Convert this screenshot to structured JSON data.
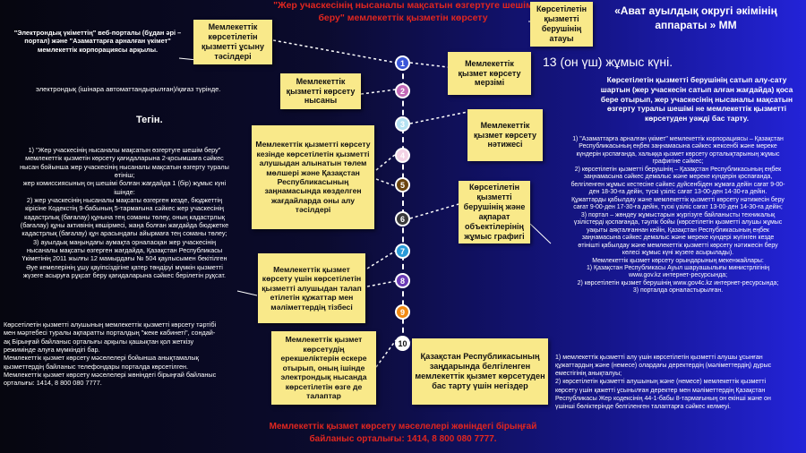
{
  "header": {
    "title": "\"Жер учаскесінің нысаналы мақсатын өзгертуге шешім беру\" мемлекеттік қызметін көрсету",
    "provider_name": "«Ават ауылдық округі әкімінің аппараты » ММ"
  },
  "notes": {
    "n1": "Мемлекеттік көрсетілетін қызметті ұсыну тәсілдері",
    "n2": "Мемлекеттік қызметті көрсету нысаны",
    "n3": "Мемлекеттік қызметті көрсету кезінде көрсетілетін қызметті алушыдан алынатын төлем мөлшері және Қазақстан Республикасының заңнамасында көзделген жағдайларда оны алу тәсілдері",
    "n4": "Мемлекеттік қызмет көрсету үшін көрсетілетін қызметті алушыдан талап етілетін құжаттар мен мәліметтердің тізбесі",
    "n5": "Мемлекеттік қызмет көрсетудің ерекшеліктерін ескере отырып, оның ішінде электрондық нысанда көрсетілетін өзге де талаптар",
    "n6": "Көрсетілетін қызметті берушінің атауы",
    "n7": "Мемлекеттік қызмет көрсету мерзімі",
    "n8": "Мемлекеттік қызмет көрсету нәтижесі",
    "n9": "Көрсетілетін қызметті берушінің және ақпарат объектілерінің жұмыс графигі",
    "n10": "Қазақстан Республикасының заңдарында белгіленген мемлекеттік қызмет көрсетуден бас тарту үшін негіздер"
  },
  "steps": [
    "1",
    "2",
    "3",
    "4",
    "5",
    "6",
    "7",
    "8",
    "9",
    "10"
  ],
  "step_colors": [
    "#3a56d8",
    "#c36ab8",
    "#b5e2f2",
    "#f3d3e5",
    "#6a4410",
    "#3a3a3a",
    "#2a9bd8",
    "#6a3ab5",
    "#f28a12",
    "#ffffff"
  ],
  "left": {
    "t1": "\"Электрондық үкіметтің\" веб-порталы (бұдан әрі – портал) және \"Азаматтарға арналған үкімет\" мемлекеттік корпорациясы арқылы.",
    "t2": "электрондық (ішінара автоматтандырылған)/қағаз түрінде.",
    "t3": "Тегін.",
    "t4_lines": [
      "1) \"Жер учаскесінің нысаналы мақсатын өзгертуге шешім беру\"",
      "мемлекеттік қызметін көрсету қағидаларына 2-қосымшаға сәйкес",
      "нысан бойынша жер учаскесінің нысаналы мақсатын өзгерту туралы",
      "өтініш;",
      "жер комиссиясының оң шешімі болған жағдайда 1 (бір) жұмыс күні",
      "ішінде:",
      "2) жер учаскесінің нысаналы мақсаты өзгерген кезде, бюджеттің",
      "кірісіне Кодекстің 9-бабының 5-тармағына сәйкес жер учаскесінің",
      "кадастрлық (бағалау) құнына тең соманы төлеу, оның кадастрлық",
      "(бағалау) құны активінің көшірмесі, жаңа болған жағдайда бюджетке",
      "кадастрлық (бағалау) құн арасындағы айырмаға тең соманы төлеу;",
      "3) ауылдық маңындағы аумақта орналасқан жер учаскесінің",
      "нысаналы мақсаты өзгерген жағдайда, Қазақстан Республикасы",
      "Үкіметінің 2011 жылғы 12 мамырдағы № 504 қаулысымен бекітілген",
      "Әуе кемелерінің ұшу қауіпсіздігіне қатер төндіруі мүмкін қызметті",
      "жүзеге асыруға рұқсат беру қағидаларына сәйкес берілетін рұқсат."
    ],
    "t5_lines": [
      "Көрсетілетін қызметті алушының мемлекеттік қызметті көрсету тәртібі",
      "мен мәртебесі туралы ақпаратты порталдың \"жеке кабинеті\", сондай-",
      "ақ Бірыңғай байланыс орталығы арқылы қашықтан қол жеткізу",
      "режимінде алуға мүмкіндігі бар.",
      "Мемлекеттік қызмет көрсету мәселелері бойынша анықтамалық",
      "қызметтердің байланыс телефондары порталда көрсетілген.",
      "Мемлекеттік қызмет көрсету мәселелері жөніндегі бірыңғай байланыс",
      "орталығы: 1414, 8 800 080 7777."
    ]
  },
  "right": {
    "term": "13 (он үш) жұмыс күні.",
    "result": "Көрсетілетін қызметті берушінің сатып алу-сату шартын (жер учаскесін сатып алған жағдайда) қоса бере отырып, жер учаскесінің нысаналы мақсатын өзгерту туралы шешімі не мемлекеттік қызметті көрсетуден уәжді бас тарту.",
    "schedule_lines": [
      "1) \"Азаматтарға арналған үкімет\" мемлекеттік корпорациясы – Қазақстан",
      "Республикасының еңбек заңнамасына сәйкес жексенбі және мереке",
      "күндерін қоспағанда, халыққа қызмет көрсету орталықтарының жұмыс",
      "графигіне сәйкес;",
      "2) көрсетілетін қызметті берушінің – Қазақстан Республикасының еңбек",
      "заңнамасына сәйкес демалыс және мереке күндерін қоспағанда,",
      "белгіленген жұмыс кестесіне сәйкес дүйсенбіден жұмаға дейін сағат 9-00-",
      "ден 18-30-ға дейін, түскі үзіліс сағат 13-00-ден 14-30-ға дейін.",
      "Құжаттарды қабылдау және мемлекеттік қызметті көрсету нәтижесін беру",
      "сағат 9-00-ден 17-30-ға дейін, түскі үзіліс сағат 13-00-ден 14-30-ға дейін;",
      "3) портал – жөндеу жұмыстарын жүргізуге байланысты техникалық",
      "үзілістерді қоспағанда, тәулік бойы (көрсетілетін қызметті алушы жұмыс",
      "уақыты аяқталғаннан кейін, Қазақстан Республикасының еңбек",
      "заңнамасына сәйкес демалыс және мереке күндері жүгінген кезде",
      "өтінішті қабылдау және мемлекеттік қызметті көрсету нәтижесін беру",
      "келесі жұмыс күні жүзеге асырылады).",
      "Мемлекеттік қызмет көрсету орындарының мекенжайлары:",
      "1) Қазақстан Республикасы Ауыл шаруашылығы министрлігінің",
      "www.gov.kz интернет-ресурсында;",
      "2) көрсетілетін қызмет берушінің www.gov4c.kz интернет-ресурсында;",
      "3) порталда орналастырылған."
    ],
    "refusal_lines": [
      "1) мемлекеттік қызметті алу үшін көрсетілетін қызметті алушы ұсынған",
      "құжаттардың және (немесе) олардағы деректердің (мәліметтердің) дұрыс",
      "еместігінің анықталуы;",
      "2) көрсетілетін қызметті алушының және (немесе) мемлекеттік қызметті",
      "көрсету үшін қажетті ұсынылған деректер мен мәліметтердің Қазақстан",
      "Республикасы Жер кодексінің 44-1-бабы 8-тармағының он екінші және он",
      "үшінші бөліктерінде белгіленген талаптарға сәйкес келмеуі."
    ]
  },
  "footer": "Мемлекеттік қызмет көрсету мәселелері жөніндегі бірыңғай байланыс орталығы: 1414, 8 800 080 7777."
}
